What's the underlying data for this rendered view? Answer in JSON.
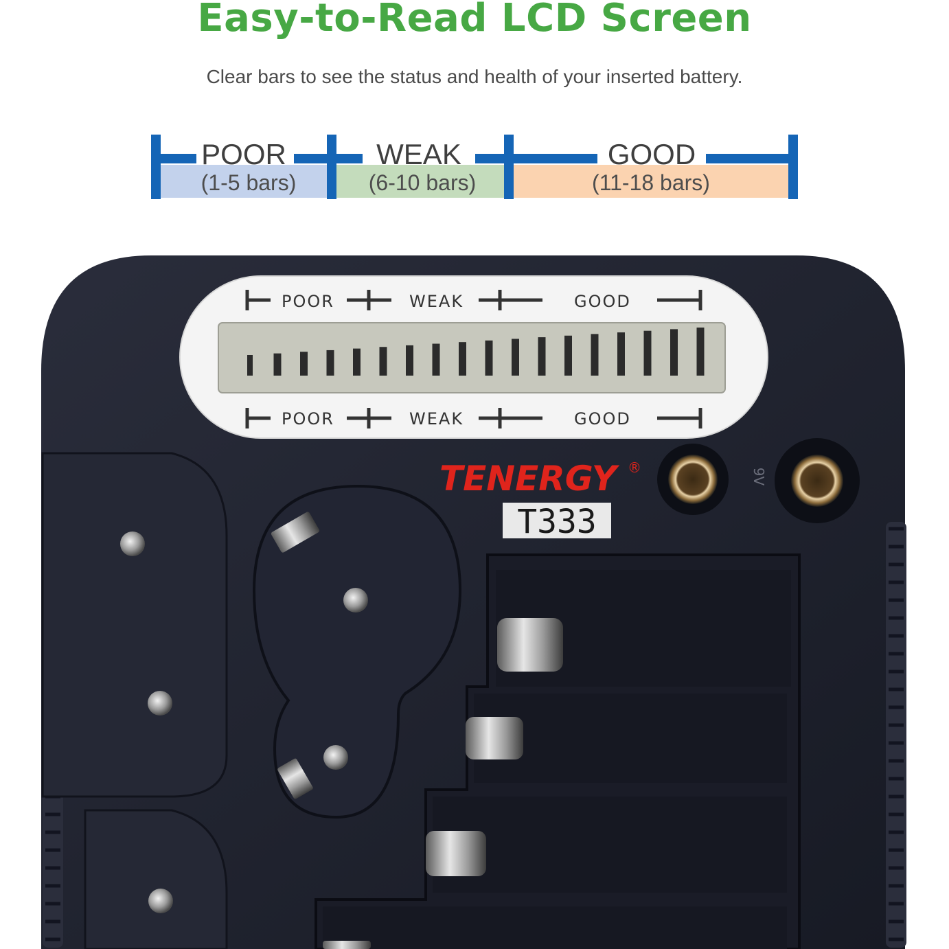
{
  "header": {
    "title": "Easy-to-Read LCD Screen",
    "subtitle": "Clear bars to see the status and health of your inserted battery."
  },
  "legend": {
    "segments": [
      {
        "label": "POOR",
        "range": "(1-5 bars)",
        "color": "#c3d2ec"
      },
      {
        "label": "WEAK",
        "range": "(6-10 bars)",
        "color": "#c4dcbc"
      },
      {
        "label": "GOOD",
        "range": "(11-18 bars)",
        "color": "#fbd3b0"
      }
    ],
    "bracket_color": "#1565b6"
  },
  "device": {
    "lcd": {
      "top_labels": [
        "POOR",
        "WEAK",
        "GOOD"
      ],
      "bottom_labels": [
        "POOR",
        "WEAK",
        "GOOD"
      ],
      "bar_count": 18
    },
    "brand": "TENERGY",
    "registered": "®",
    "model": "T333",
    "terminal_label": "9V"
  },
  "colors": {
    "title_green": "#47a844",
    "brand_red": "#e0241c",
    "body_dark": "#1f2230"
  }
}
